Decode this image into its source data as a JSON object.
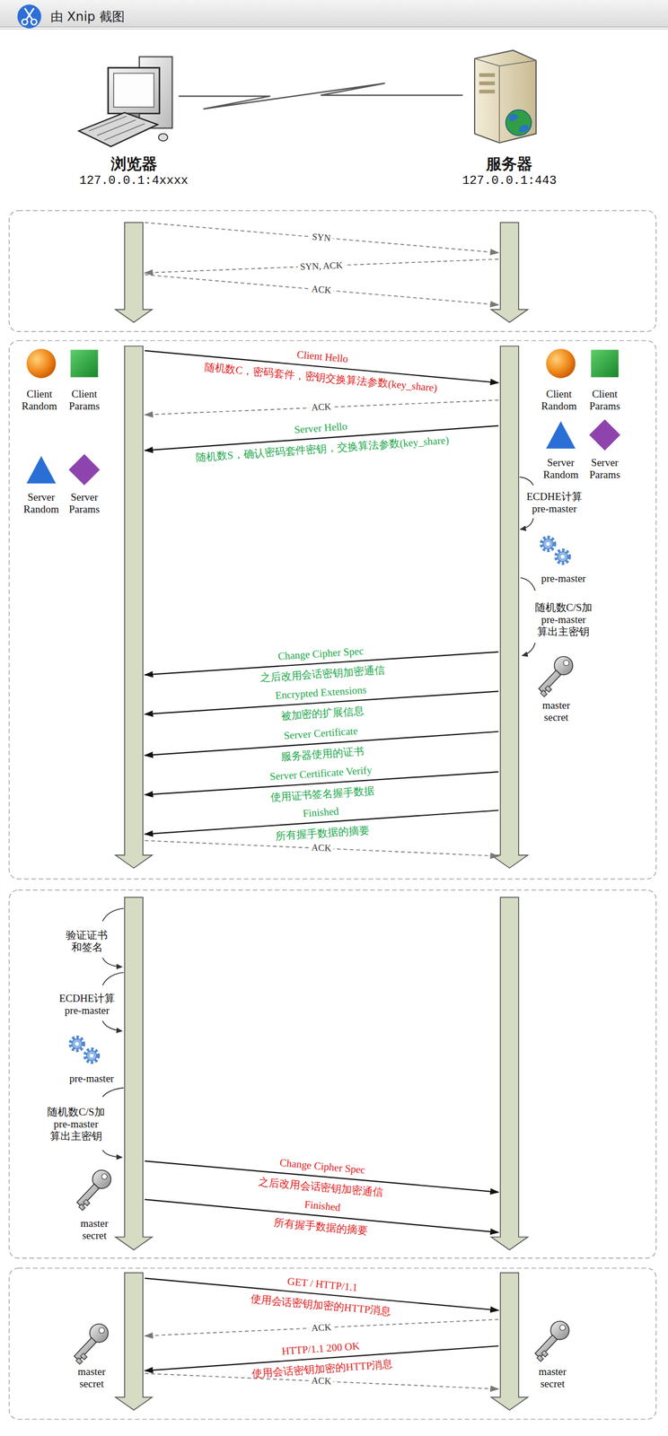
{
  "diagram": {
    "nodes": [
      {
        "text": [
          "浏览器",
          "127.0.0.1:4xxxx"
        ]
      },
      {
        "text": [
          "服务器",
          "127.0.0.1:443"
        ]
      }
    ],
    "edges": [
      {
        "from": 0,
        "to": 1,
        "arrow": "to",
        "label": "SYN"
      },
      {
        "from": 1,
        "to": 0,
        "arrow": "to",
        "label": "SYN, ACK"
      },
      {
        "from": 0,
        "to": 1,
        "arrow": "to",
        "label": "ACK"
      },
      {
        "from": 0,
        "to": 1,
        "arrow": "to",
        "label": "Client Hello"
      },
      {
        "from": 1,
        "to": 0,
        "arrow": "to",
        "label": "ACK"
      },
      {
        "from": 1,
        "to": 0,
        "arrow": "to",
        "label": "Server Hello"
      },
      {
        "from": 1,
        "to": 0,
        "arrow": "to",
        "label": "Change Cipher Spec"
      },
      {
        "from": 1,
        "to": 0,
        "arrow": "to",
        "label": "Encrypted Extensions"
      },
      {
        "from": 1,
        "to": 0,
        "arrow": "to",
        "label": "Server Certificate"
      },
      {
        "from": 1,
        "to": 0,
        "arrow": "to",
        "label": "Server Certificate Verify"
      },
      {
        "from": 1,
        "to": 0,
        "arrow": "to",
        "label": "Finished"
      },
      {
        "from": 0,
        "to": 1,
        "arrow": "to",
        "label": "ACK"
      },
      {
        "from": 0,
        "to": 1,
        "arrow": "to",
        "label": "Change Cipher Spec"
      },
      {
        "from": 0,
        "to": 1,
        "arrow": "to",
        "label": "Finished"
      },
      {
        "from": 0,
        "to": 1,
        "arrow": "to",
        "label": "GET / HTTP/1.1"
      },
      {
        "from": 1,
        "to": 0,
        "arrow": "to",
        "label": "ACK"
      },
      {
        "from": 1,
        "to": 0,
        "arrow": "to",
        "label": "HTTP/1.1 200 OK"
      },
      {
        "from": 0,
        "to": 1,
        "arrow": "to",
        "label": "ACK"
      }
    ],
    "labels": [
      "由 Xnip 截图",
      "Client Random",
      "Client Params",
      "Client Random",
      "Client Params",
      "随机数C，密码套件，密钥交换算法参数(key_share)",
      "Server Random",
      "Server Params",
      "随机数S，确认密码套件密钥，交换算法参数(key_share)",
      "Server Random",
      "Server Params",
      "ECDHE计算 pre-master",
      "pre-master",
      "随机数C/S加 pre-master 算出主密钥",
      "master secret",
      "之后改用会话密钥加密通信",
      "被加密的扩展信息",
      "服务器使用的证书",
      "使用证书签名握手数据",
      "所有握手数据的摘要",
      "验证证书 和签名",
      "ECDHE计算 pre-master",
      "pre-master",
      "随机数C/S加 pre-master 算出主密钥",
      "master secret",
      "之后改用会话密钥加密通信",
      "所有握手数据的摘要",
      "使用会话密钥加密的HTTP消息",
      "master secret",
      "master secret",
      "使用会话密钥加密的HTTP消息"
    ]
  }
}
